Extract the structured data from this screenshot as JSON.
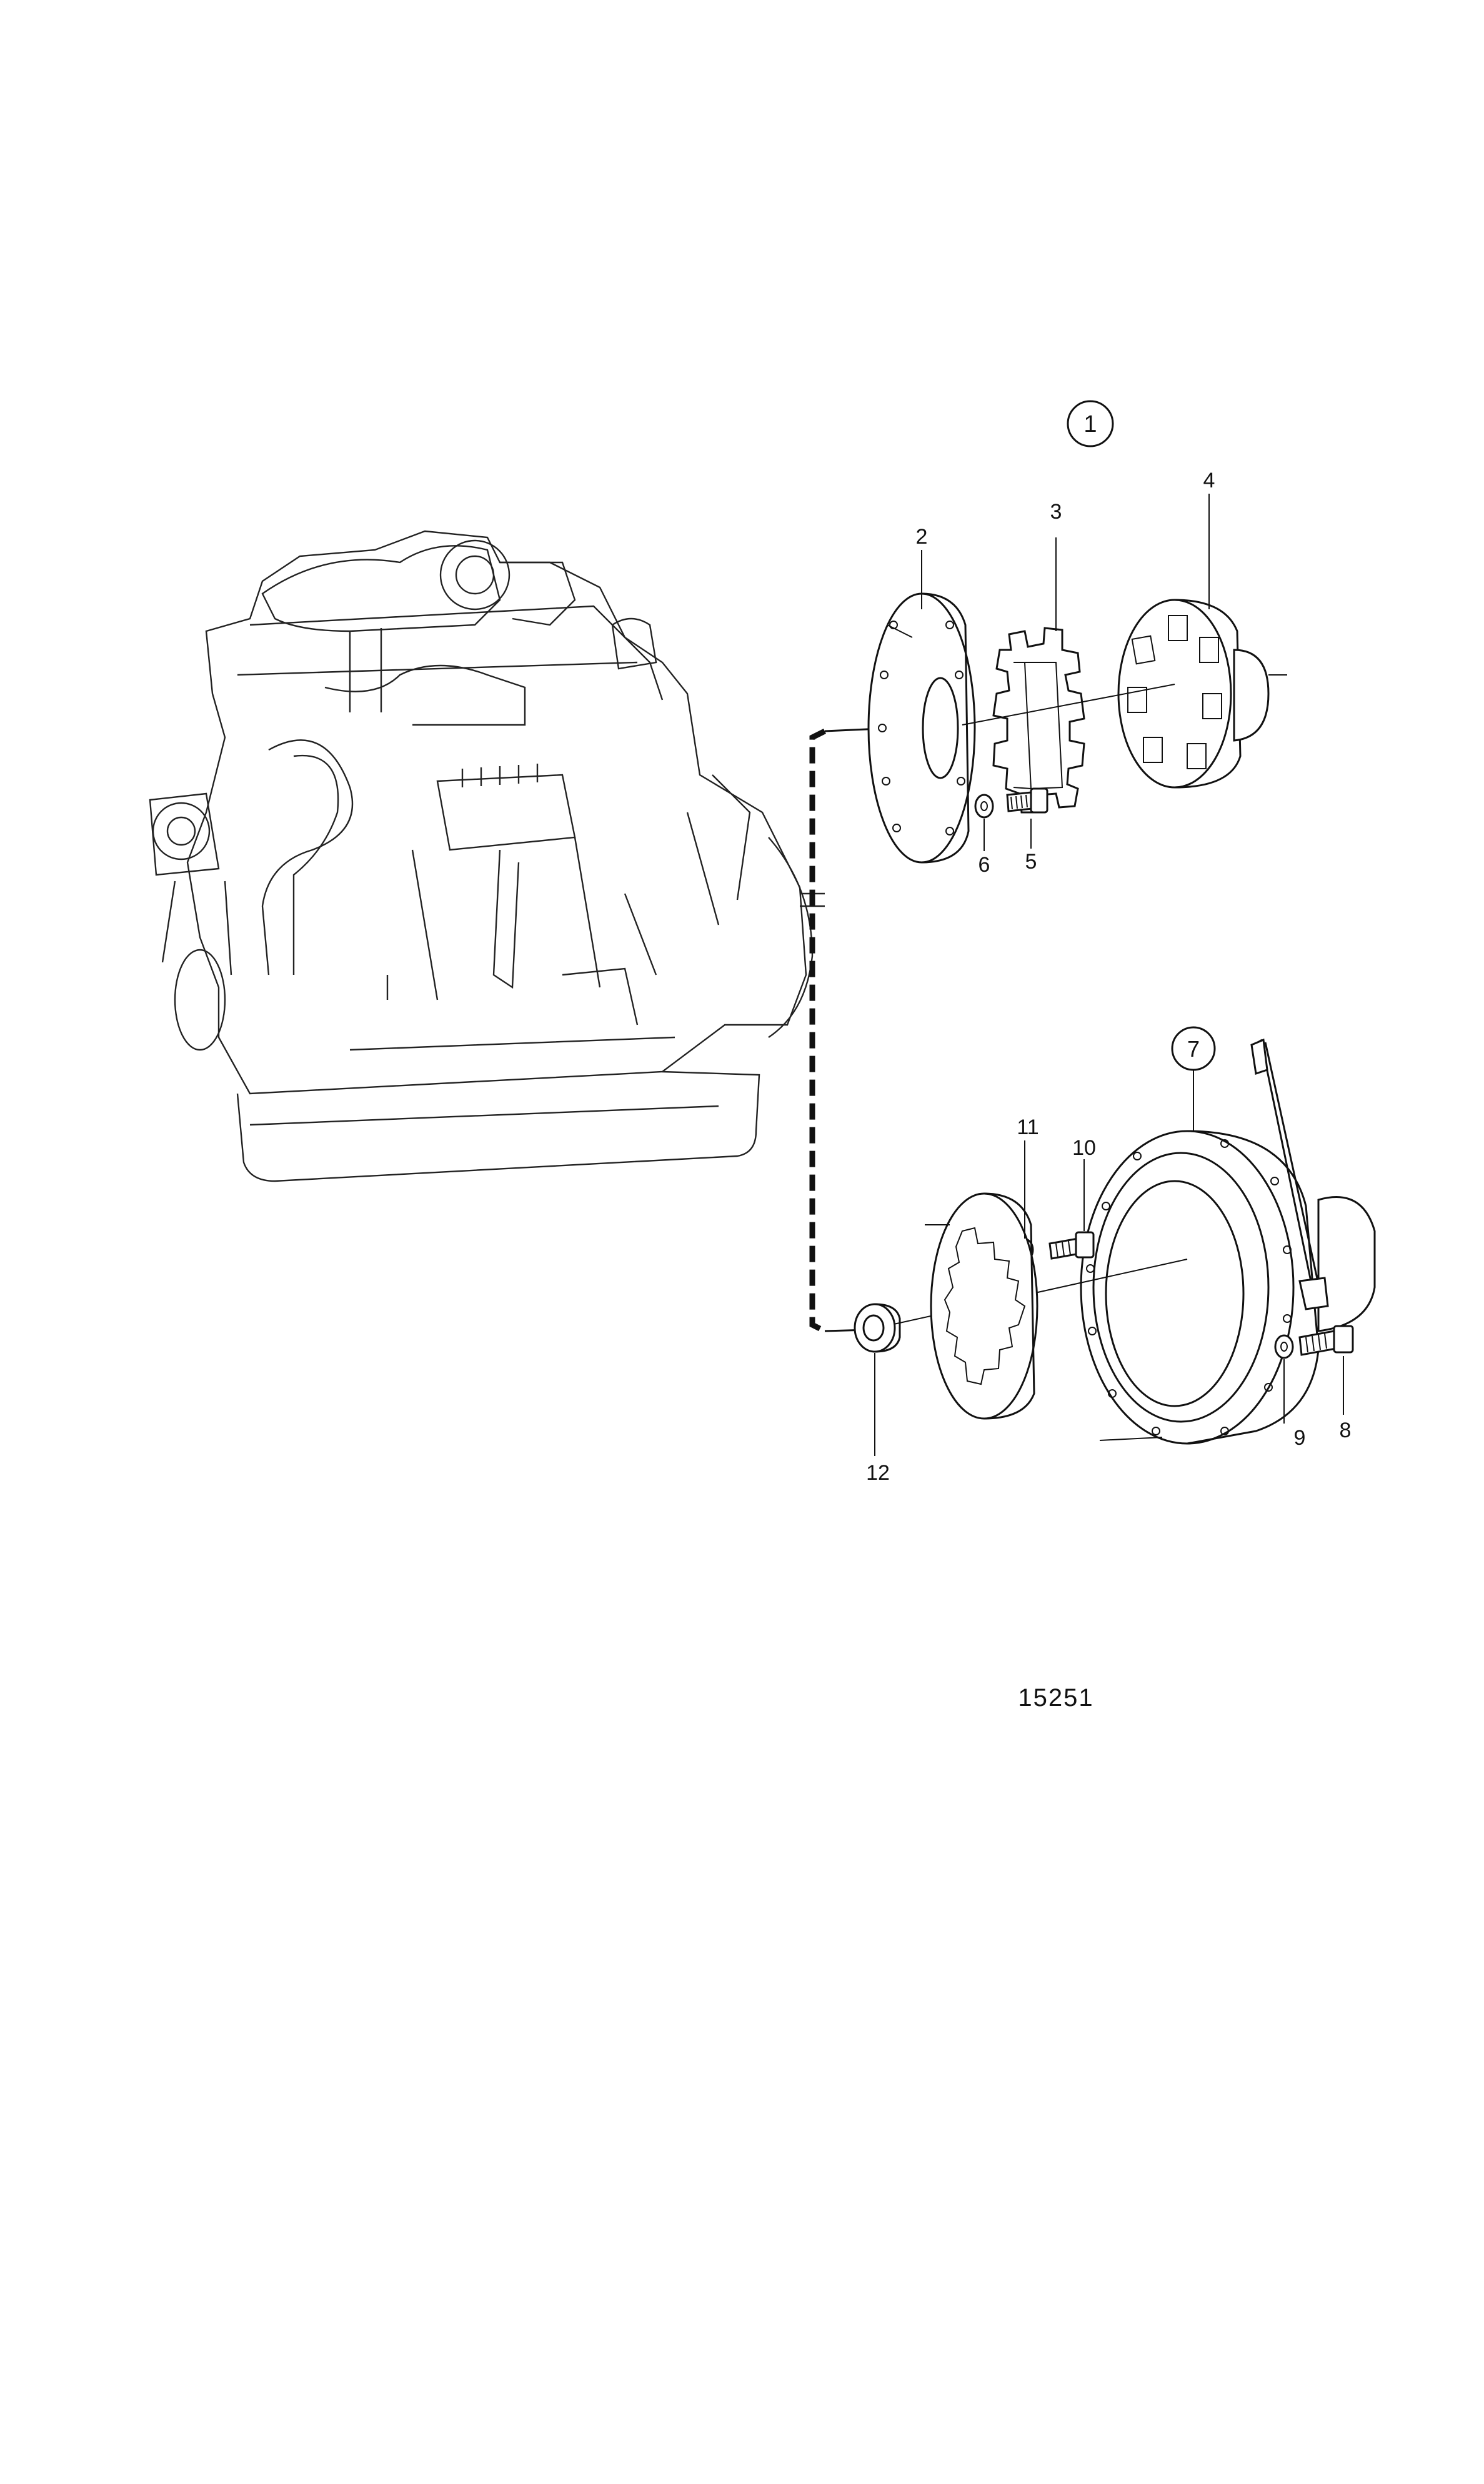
{
  "diagram": {
    "callouts": [
      {
        "id": "1",
        "circled": true
      },
      {
        "id": "2",
        "circled": false
      },
      {
        "id": "3",
        "circled": false
      },
      {
        "id": "4",
        "circled": false
      },
      {
        "id": "5",
        "circled": false
      },
      {
        "id": "6",
        "circled": false
      },
      {
        "id": "7",
        "circled": true
      },
      {
        "id": "8",
        "circled": false
      },
      {
        "id": "9",
        "circled": false
      },
      {
        "id": "10",
        "circled": false
      },
      {
        "id": "11",
        "circled": false
      },
      {
        "id": "12",
        "circled": false
      }
    ],
    "figure_number": "15251"
  }
}
